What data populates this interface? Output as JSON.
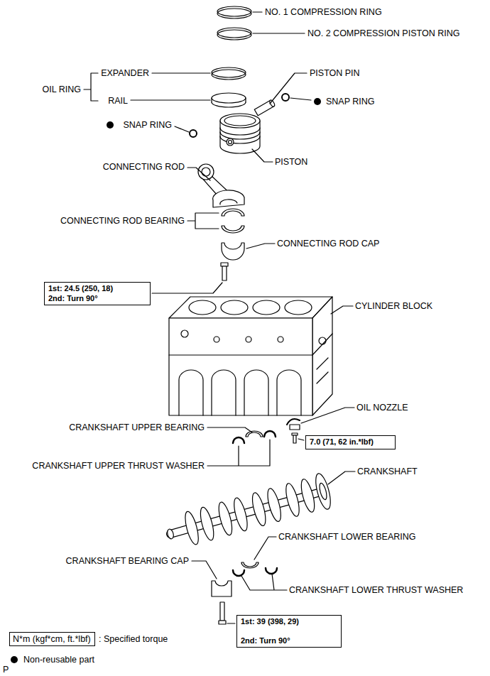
{
  "diagram": {
    "nodes": [
      {
        "text": [
          "1st: 24.5 (250, 18)",
          "2nd: Turn 90°"
        ]
      },
      {
        "text": [
          "7.0 (71, 62 in.*lbf)"
        ]
      },
      {
        "text": [
          "1st: 39 (398, 29)",
          "2nd: Turn 90°"
        ]
      },
      {
        "text": [
          "N*m (kgf*cm, ft.*lbf)"
        ]
      }
    ],
    "labels": [
      "NO. 1 COMPRESSION RING",
      "NO. 2 COMPRESSION PISTON RING",
      "EXPANDER",
      "PISTON PIN",
      "OIL RING",
      "RAIL",
      "SNAP RING",
      "SNAP RING",
      "PISTON",
      "CONNECTING ROD",
      "CONNECTING ROD BEARING",
      "CONNECTING ROD CAP",
      "CYLINDER BLOCK",
      "OIL NOZZLE",
      "CRANKSHAFT UPPER BEARING",
      "CRANKSHAFT UPPER THRUST WASHER",
      "CRANKSHAFT",
      "CRANKSHAFT LOWER BEARING",
      "CRANKSHAFT BEARING CAP",
      "CRANKSHAFT LOWER THRUST WASHER",
      "P"
    ],
    "legend": [
      {
        "text": ": Specified torque"
      },
      {
        "text": "Non-reusable part"
      }
    ]
  }
}
